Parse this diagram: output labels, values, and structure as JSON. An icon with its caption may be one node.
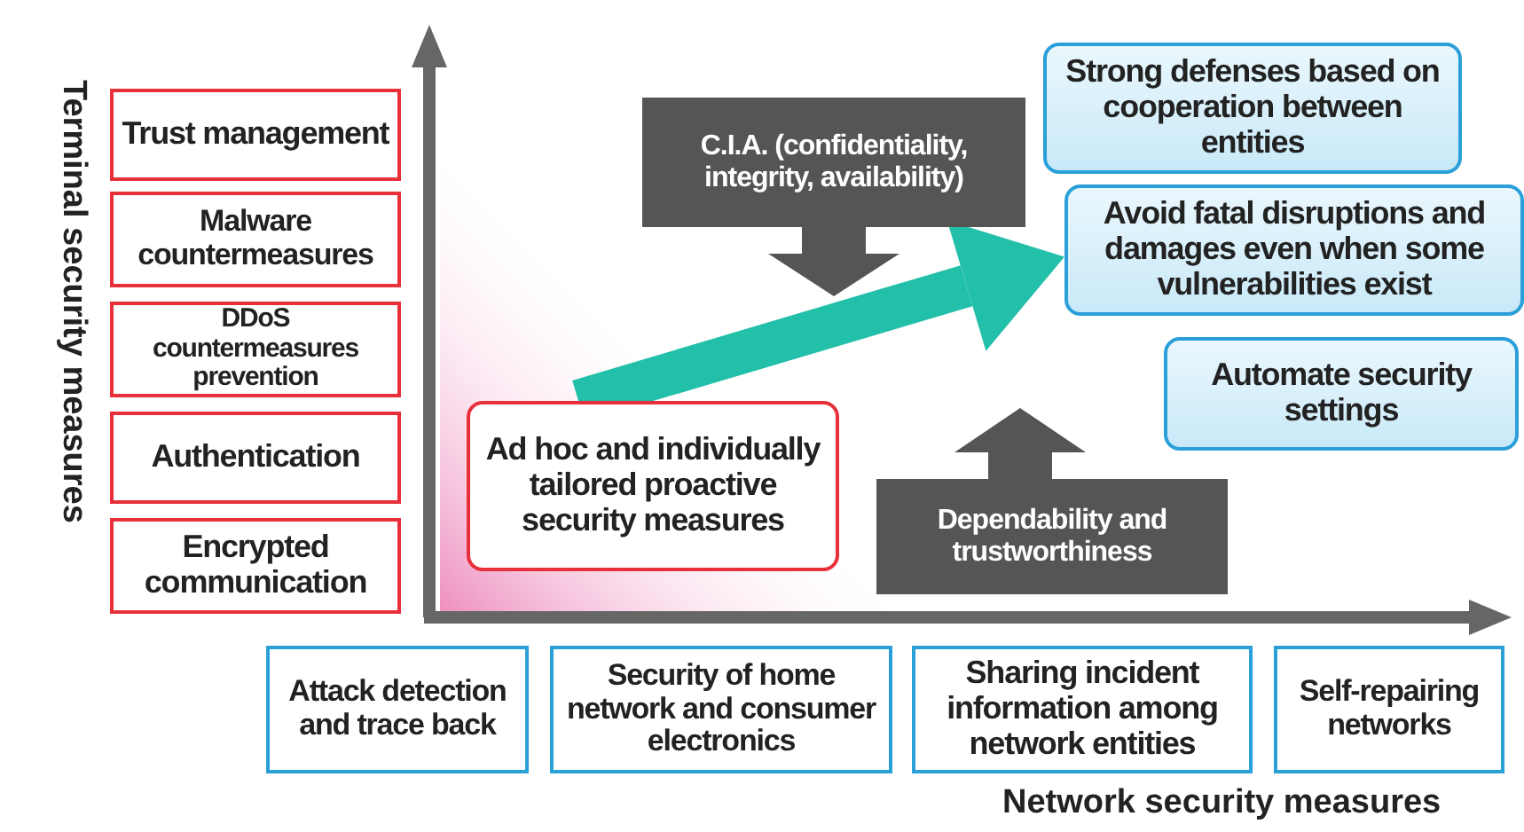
{
  "diagram": {
    "nodes": [
      {
        "text": [
          "Trust management"
        ]
      },
      {
        "text": [
          "Malware countermeasures"
        ]
      },
      {
        "text": [
          "DDoS countermeasures prevention"
        ]
      },
      {
        "text": [
          "Authentication"
        ]
      },
      {
        "text": [
          "Encrypted communication"
        ]
      },
      {
        "text": [
          "C.I.A. (confidentiality, integrity, availability)"
        ]
      },
      {
        "text": [
          "Strong defenses based on cooperation between entities"
        ]
      },
      {
        "text": [
          "Avoid fatal disruptions and damages even when some vulnerabilities exist"
        ]
      },
      {
        "text": [
          "Automate security settings"
        ]
      },
      {
        "text": [
          "Ad hoc and individually tailored proactive security measures"
        ]
      },
      {
        "text": [
          "Dependability and trustworthiness"
        ]
      },
      {
        "text": [
          "Attack detection and trace back"
        ]
      },
      {
        "text": [
          "Security of home network and consumer electronics"
        ]
      },
      {
        "text": [
          "Sharing incident information among network entities"
        ]
      },
      {
        "text": [
          "Self-repairing networks"
        ]
      }
    ],
    "edges": [
      {
        "from": 9,
        "to": 7,
        "arrow": "to",
        "color": "#22bfa9"
      }
    ],
    "labels": [
      "Terminal security measures",
      "Network security measures"
    ]
  }
}
